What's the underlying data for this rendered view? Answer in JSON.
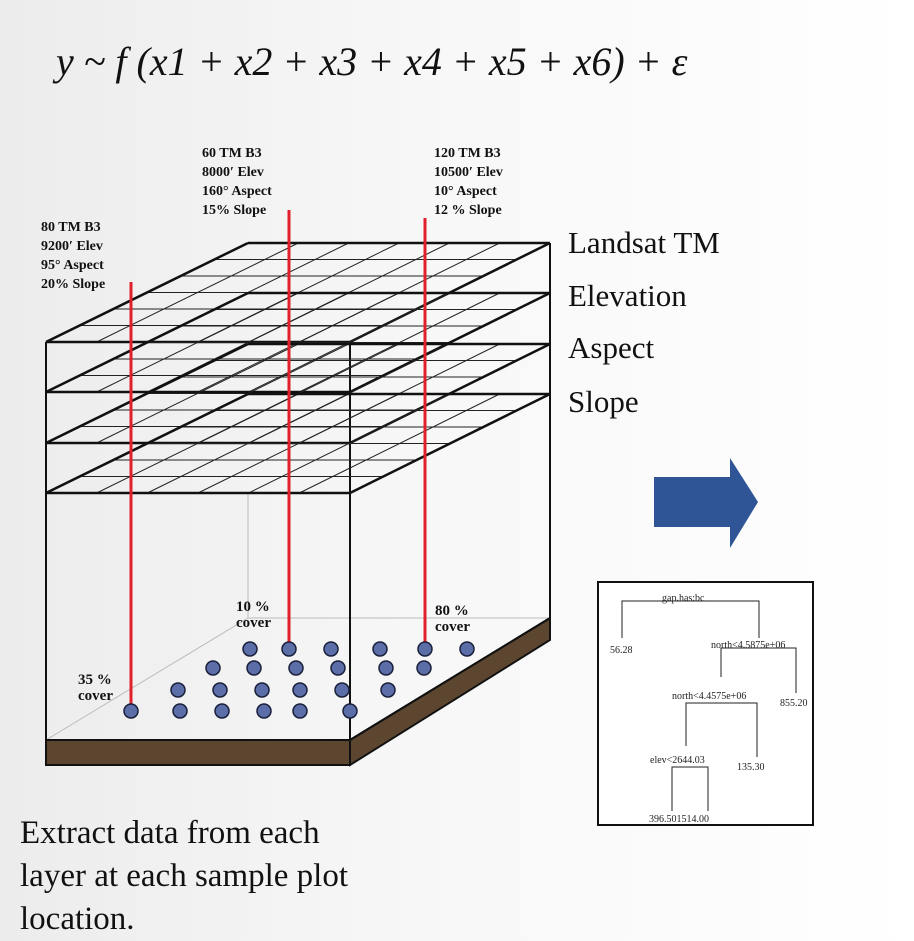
{
  "formula": "y ~ f (x1 + x2 + x3 + x4 + x5 + x6)  + ε",
  "samples": [
    {
      "band": "80 TM B3",
      "elev": "9200′ Elev",
      "aspect": "95° Aspect",
      "slope": "20% Slope"
    },
    {
      "band": "60 TM B3",
      "elev": "8000′ Elev",
      "aspect": "160° Aspect",
      "slope": "15% Slope"
    },
    {
      "band": "120 TM B3",
      "elev": "10500′ Elev",
      "aspect": "10° Aspect",
      "slope": "12 % Slope"
    }
  ],
  "layers": [
    "Landsat TM",
    "Elevation",
    "Aspect",
    "Slope"
  ],
  "covers": [
    {
      "pct": "35 %",
      "word": "cover"
    },
    {
      "pct": "10 %",
      "word": "cover"
    },
    {
      "pct": "80 %",
      "word": "cover"
    }
  ],
  "caption": [
    "Extract data from each",
    "layer at each sample plot",
    "location."
  ],
  "tree": {
    "root": "gap.has:bc",
    "leaf_left": "56.28",
    "split_north1": "north<4.5875e+06",
    "split_north2": "north<4.4575e+06",
    "leaf_855": "855.20",
    "split_elev": "elev<2644.03",
    "leaf_135": "135.30",
    "leaf_bottom": "396.501514.00"
  },
  "colors": {
    "sample_line": "#e0202a",
    "arrow": "#2f5597",
    "dot": "#5b6ea8",
    "soil": "#5c4630"
  }
}
